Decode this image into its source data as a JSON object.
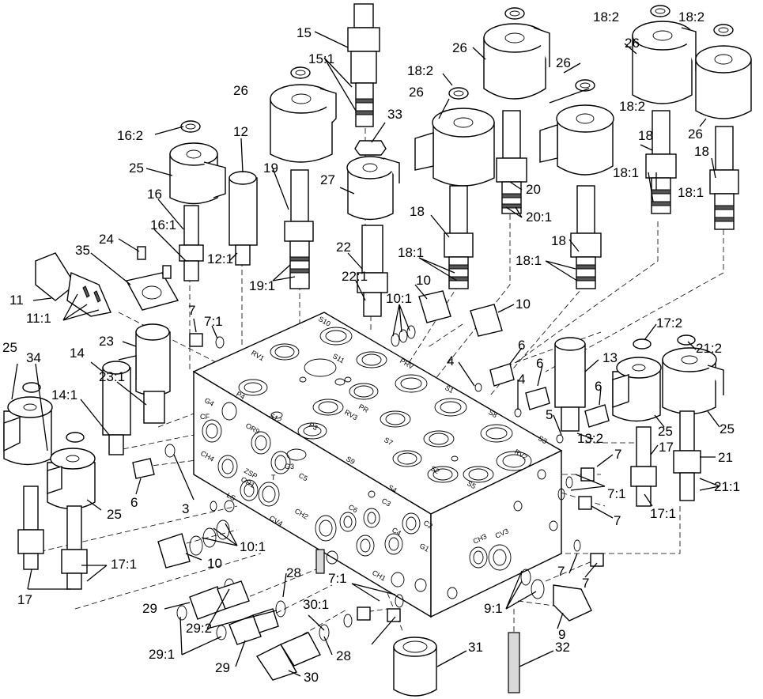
{
  "diagram": {
    "callouts": [
      {
        "label": "15"
      },
      {
        "label": "15:1"
      },
      {
        "label": "33"
      },
      {
        "label": "26"
      },
      {
        "label": "18:2"
      },
      {
        "label": "18:2"
      },
      {
        "label": "26"
      },
      {
        "label": "18:2"
      },
      {
        "label": "26"
      },
      {
        "label": "26"
      },
      {
        "label": "26"
      },
      {
        "label": "18:2"
      },
      {
        "label": "26"
      },
      {
        "label": "16:2"
      },
      {
        "label": "12"
      },
      {
        "label": "19"
      },
      {
        "label": "25"
      },
      {
        "label": "27"
      },
      {
        "label": "20"
      },
      {
        "label": "18"
      },
      {
        "label": "18"
      },
      {
        "label": "20:1"
      },
      {
        "label": "18:1"
      },
      {
        "label": "18:1"
      },
      {
        "label": "16"
      },
      {
        "label": "18"
      },
      {
        "label": "24"
      },
      {
        "label": "35"
      },
      {
        "label": "16:1"
      },
      {
        "label": "22"
      },
      {
        "label": "18:1"
      },
      {
        "label": "18"
      },
      {
        "label": "12:1"
      },
      {
        "label": "22:1"
      },
      {
        "label": "18:1"
      },
      {
        "label": "19:1"
      },
      {
        "label": "11"
      },
      {
        "label": "10"
      },
      {
        "label": "11:1"
      },
      {
        "label": "10:1"
      },
      {
        "label": "10"
      },
      {
        "label": "7"
      },
      {
        "label": "7:1"
      },
      {
        "label": "17:2"
      },
      {
        "label": "23"
      },
      {
        "label": "21:2"
      },
      {
        "label": "25"
      },
      {
        "label": "34"
      },
      {
        "label": "6"
      },
      {
        "label": "14"
      },
      {
        "label": "4"
      },
      {
        "label": "6"
      },
      {
        "label": "13"
      },
      {
        "label": "23:1"
      },
      {
        "label": "4"
      },
      {
        "label": "14:1"
      },
      {
        "label": "6"
      },
      {
        "label": "5"
      },
      {
        "label": "25"
      },
      {
        "label": "25"
      },
      {
        "label": "13:2"
      },
      {
        "label": "17"
      },
      {
        "label": "21"
      },
      {
        "label": "7"
      },
      {
        "label": "17:1"
      },
      {
        "label": "21:1"
      },
      {
        "label": "6"
      },
      {
        "label": "3"
      },
      {
        "label": "25"
      },
      {
        "label": "7:1"
      },
      {
        "label": "7"
      },
      {
        "label": "10:1"
      },
      {
        "label": "10"
      },
      {
        "label": "17:1"
      },
      {
        "label": "28"
      },
      {
        "label": "7:1"
      },
      {
        "label": "7"
      },
      {
        "label": "17"
      },
      {
        "label": "29"
      },
      {
        "label": "30:1"
      },
      {
        "label": "29:2"
      },
      {
        "label": "9:1"
      },
      {
        "label": "9"
      },
      {
        "label": "7"
      },
      {
        "label": "29:1"
      },
      {
        "label": "28"
      },
      {
        "label": "31"
      },
      {
        "label": "32"
      },
      {
        "label": "29"
      },
      {
        "label": "30"
      }
    ],
    "port_labels": [
      "S10",
      "RV1",
      "S11",
      "PRV",
      "P4",
      "S1",
      "G4",
      "S12",
      "RV3",
      "PR",
      "S8",
      "CF",
      "OR9",
      "P3",
      "S7",
      "S3",
      "CH4",
      "G3",
      "S9",
      "RV2",
      "ZSP",
      "C5",
      "S2",
      "S5",
      "OR1",
      "T",
      "S4",
      "LS",
      "CV4",
      "CH2",
      "C6",
      "C3",
      "C4",
      "C2",
      "G1",
      "CH1",
      "CH3",
      "CV3"
    ]
  }
}
